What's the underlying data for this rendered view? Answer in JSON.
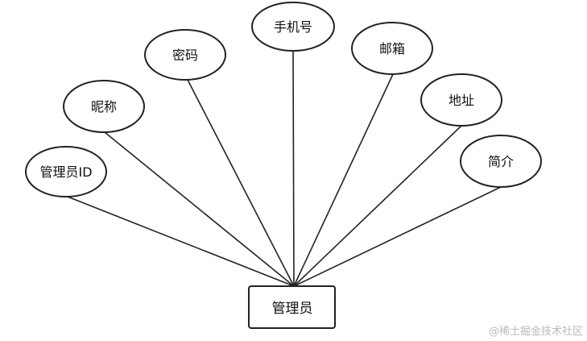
{
  "entity": {
    "label": "管理员"
  },
  "attributes": [
    {
      "label": "管理员ID"
    },
    {
      "label": "昵称"
    },
    {
      "label": "密码"
    },
    {
      "label": "手机号"
    },
    {
      "label": "邮箱"
    },
    {
      "label": "地址"
    },
    {
      "label": "简介"
    }
  ],
  "watermark": "@稀土掘金技术社区"
}
